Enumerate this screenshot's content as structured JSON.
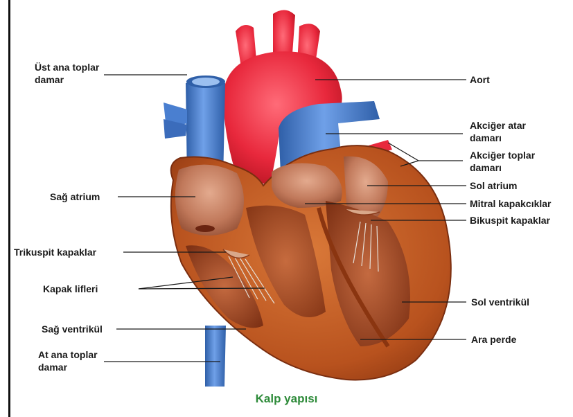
{
  "labels": {
    "ust_ana_toplar_damar": [
      "Üst ana toplar",
      "damar"
    ],
    "aort": "Aort",
    "akciger_atar_damari": [
      "Akciğer atar",
      "damarı"
    ],
    "akciger_toplar_damari": [
      "Akciğer toplar",
      "damarı"
    ],
    "sag_atrium": "Sağ atrium",
    "sol_atrium": "Sol atrium",
    "mitral_kapakciklar": "Mitral kapakcıklar",
    "bikuspit_kapaklar": "Bikuspit kapaklar",
    "trikuspit_kapaklar": "Trikuspit kapaklar",
    "kapak_lifleri": "Kapak lifleri",
    "sol_ventrikul": "Sol ventrikül",
    "sag_ventrikul": "Sağ ventrikül",
    "ara_perde": "Ara perde",
    "at_ana_toplar_damar": [
      "At ana toplar",
      "damar"
    ]
  },
  "caption": "Kalp yapısı",
  "colors": {
    "aorta_red": "#e8283c",
    "vein_blue": "#4a7fd0",
    "muscle_brown": "#b8521e",
    "chamber_inner": "#c98a6e",
    "caption_green": "#2e8b3a"
  }
}
